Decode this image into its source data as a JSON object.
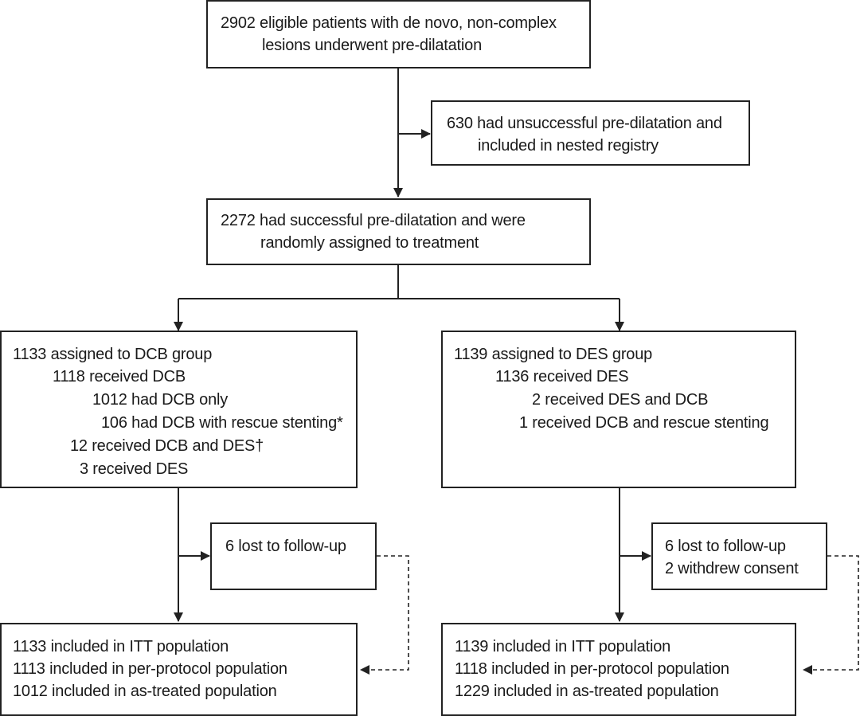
{
  "boxes": {
    "eligible": {
      "lines": [
        "2902 eligible patients with de novo, non-complex",
        "lesions underwent pre-dilatation"
      ]
    },
    "registry": {
      "lines": [
        "630 had unsuccessful pre-dilatation and",
        "included in nested registry"
      ]
    },
    "randomised": {
      "lines": [
        "2272 had successful pre-dilatation and were",
        "randomly assigned to treatment"
      ]
    },
    "dcb_group": {
      "lines": [
        "1133 assigned to DCB group",
        "1118 received DCB",
        "1012 had DCB only",
        "106 had DCB with rescue stenting*",
        "12 received DCB and DES†",
        "3 received DES"
      ]
    },
    "des_group": {
      "lines": [
        "1139 assigned to DES group",
        "1136 received DES",
        "2 received DES and DCB",
        "1 received DCB and rescue stenting"
      ]
    },
    "dcb_lost": {
      "lines": [
        "6 lost to follow-up"
      ]
    },
    "des_lost": {
      "lines": [
        "6 lost to follow-up",
        "2 withdrew consent"
      ]
    },
    "dcb_analysis": {
      "lines": [
        "1133 included in ITT population",
        "1113 included in per-protocol population",
        "1012 included in as-treated population"
      ]
    },
    "des_analysis": {
      "lines": [
        "1139 included in ITT population",
        "1118 included in per-protocol population",
        "1229 included in as-treated population"
      ]
    }
  }
}
